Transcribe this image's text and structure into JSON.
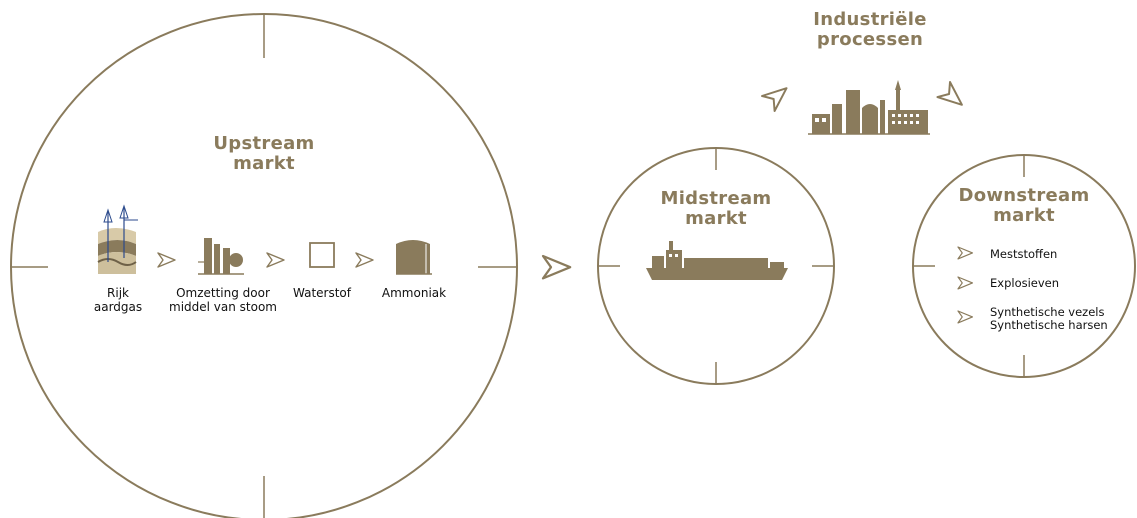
{
  "colors": {
    "accent": "#8a7b5c",
    "line": "#8a7b5c",
    "gas_icon_blue": "#2b4a8c"
  },
  "upstream": {
    "title_line1": "Upstream",
    "title_line2": "markt",
    "steps": [
      {
        "icon": "natural-gas-icon",
        "line1": "Rijk",
        "line2": "aardgas"
      },
      {
        "icon": "steam-reforming-plant-icon",
        "line1": "Omzetting door",
        "line2": "middel van stoom"
      },
      {
        "icon": "hydrogen-square-icon",
        "line1": "Waterstof",
        "line2": ""
      },
      {
        "icon": "ammonia-tank-icon",
        "line1": "Ammoniak",
        "line2": ""
      }
    ]
  },
  "industrial": {
    "title_line1": "Industriële",
    "title_line2": "processen",
    "icon": "industrial-plant-icon"
  },
  "midstream": {
    "title_line1": "Midstream",
    "title_line2": "markt",
    "icon": "cargo-ship-icon"
  },
  "downstream": {
    "title_line1": "Downstream",
    "title_line2": "markt",
    "items": [
      {
        "line1": "Meststoffen",
        "line2": ""
      },
      {
        "line1": "Explosieven",
        "line2": ""
      },
      {
        "line1": "Synthetische vezels",
        "line2": "Synthetische harsen"
      }
    ]
  }
}
